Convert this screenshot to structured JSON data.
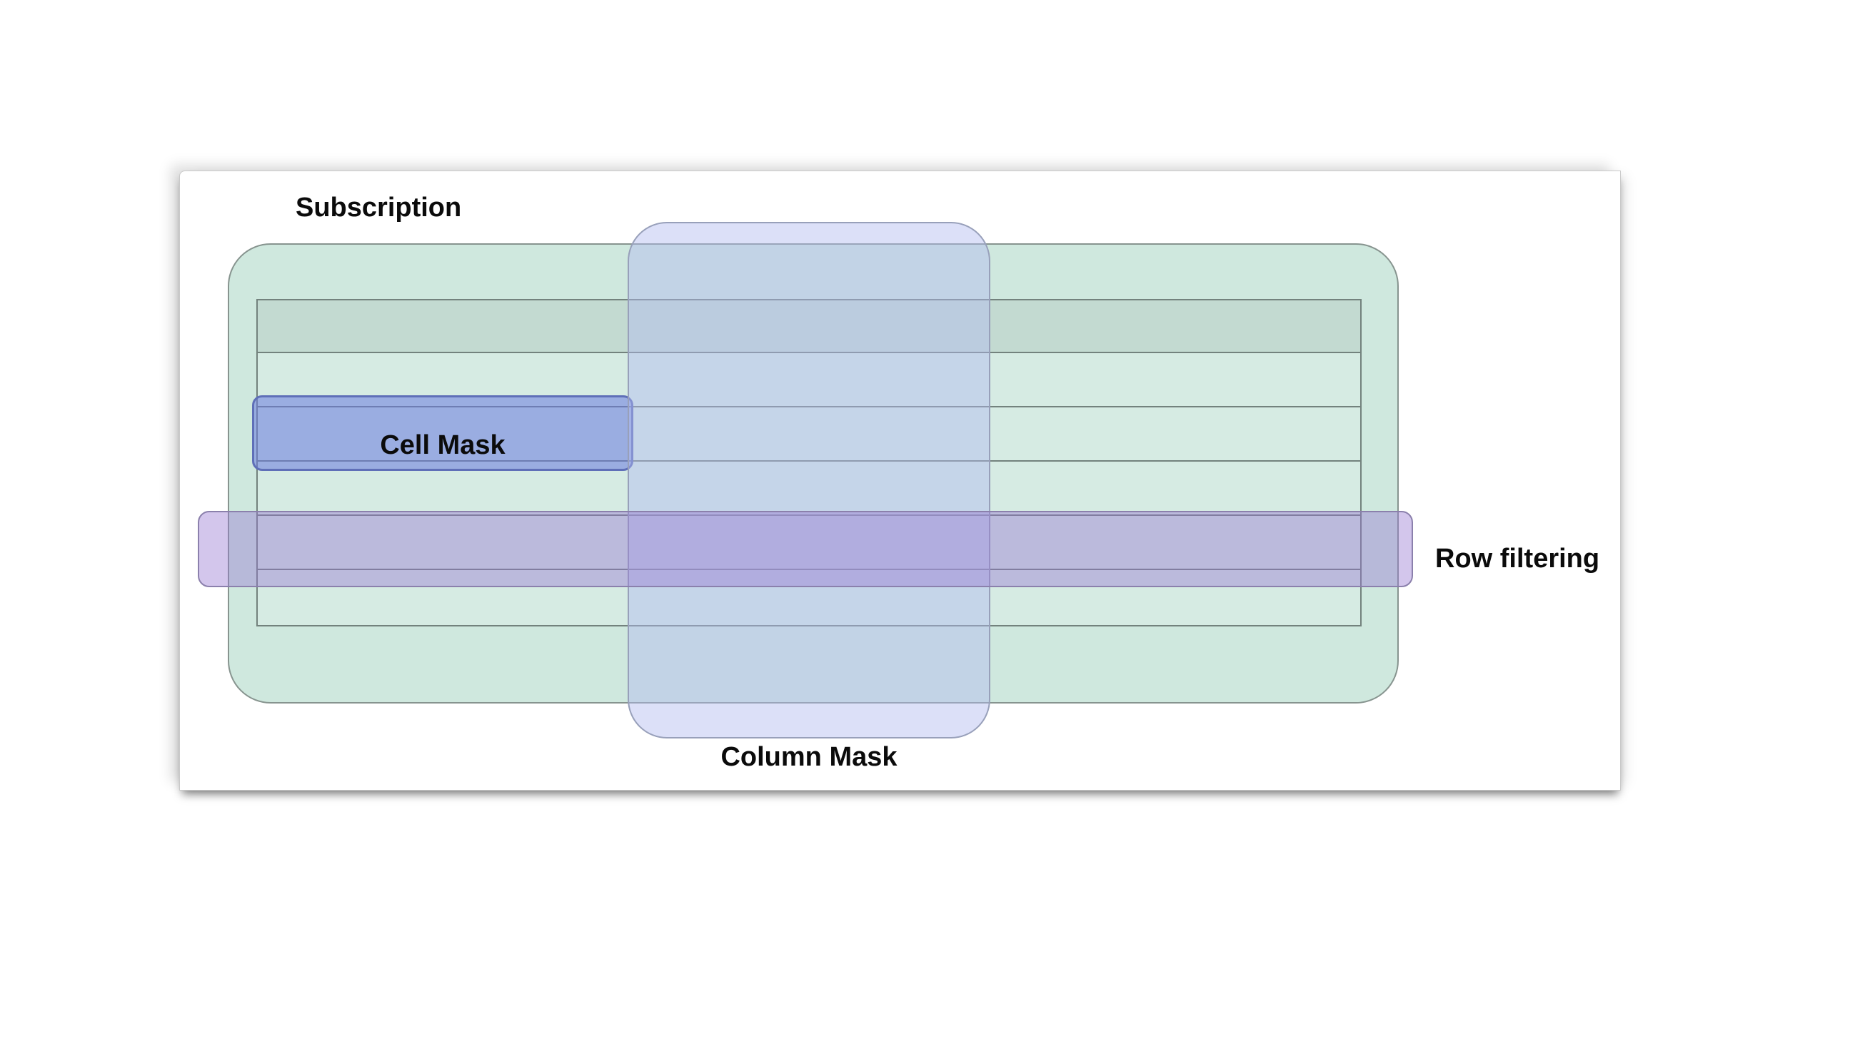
{
  "diagram": {
    "labels": {
      "subscription": "Subscription",
      "cell_mask": "Cell Mask",
      "column_mask": "Column Mask",
      "row_filtering": "Row filtering"
    },
    "colors": {
      "subscription_fill": "#cfe8de",
      "subscription_border": "#87948f",
      "table_grid_line": "#73827d",
      "table_header_tint": "#c4dfd5",
      "cell_mask_fill": "rgba(106,122,224,0.55)",
      "cell_mask_border": "#5f6fb8",
      "column_mask_fill": "rgba(177,187,240,0.45)",
      "column_mask_border": "#98a0ba",
      "row_band_fill": "rgba(150,120,210,0.42)",
      "row_band_border": "#8b80ac",
      "label_text": "#0b0b0b",
      "panel_background": "#ffffff"
    },
    "table": {
      "header_rows": 1,
      "body_rows": 5
    }
  }
}
